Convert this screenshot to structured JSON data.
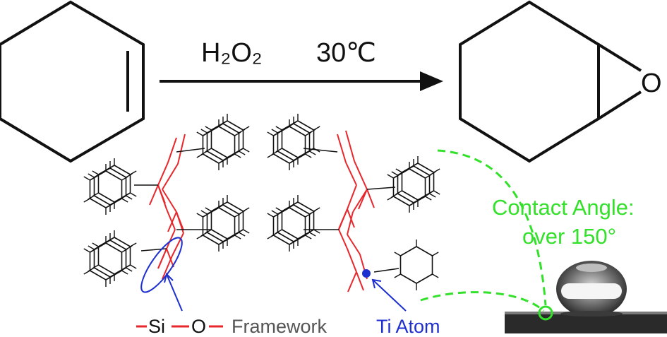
{
  "reaction": {
    "reagent": "H₂O₂",
    "temperature": "30℃"
  },
  "product": {
    "oxygen_label": "O"
  },
  "contact_angle": {
    "line1": "Contact Angle:",
    "line2": "over 150°"
  },
  "legend": {
    "si": "Si",
    "o": "O",
    "framework": "Framework",
    "ti_atom": "Ti Atom"
  },
  "colors": {
    "framework_red": "#e8272c",
    "phenyl_black": "#111111",
    "ti_blue": "#1e2fd0",
    "contact_green": "#33e02a",
    "legend_gray": "#555555"
  }
}
